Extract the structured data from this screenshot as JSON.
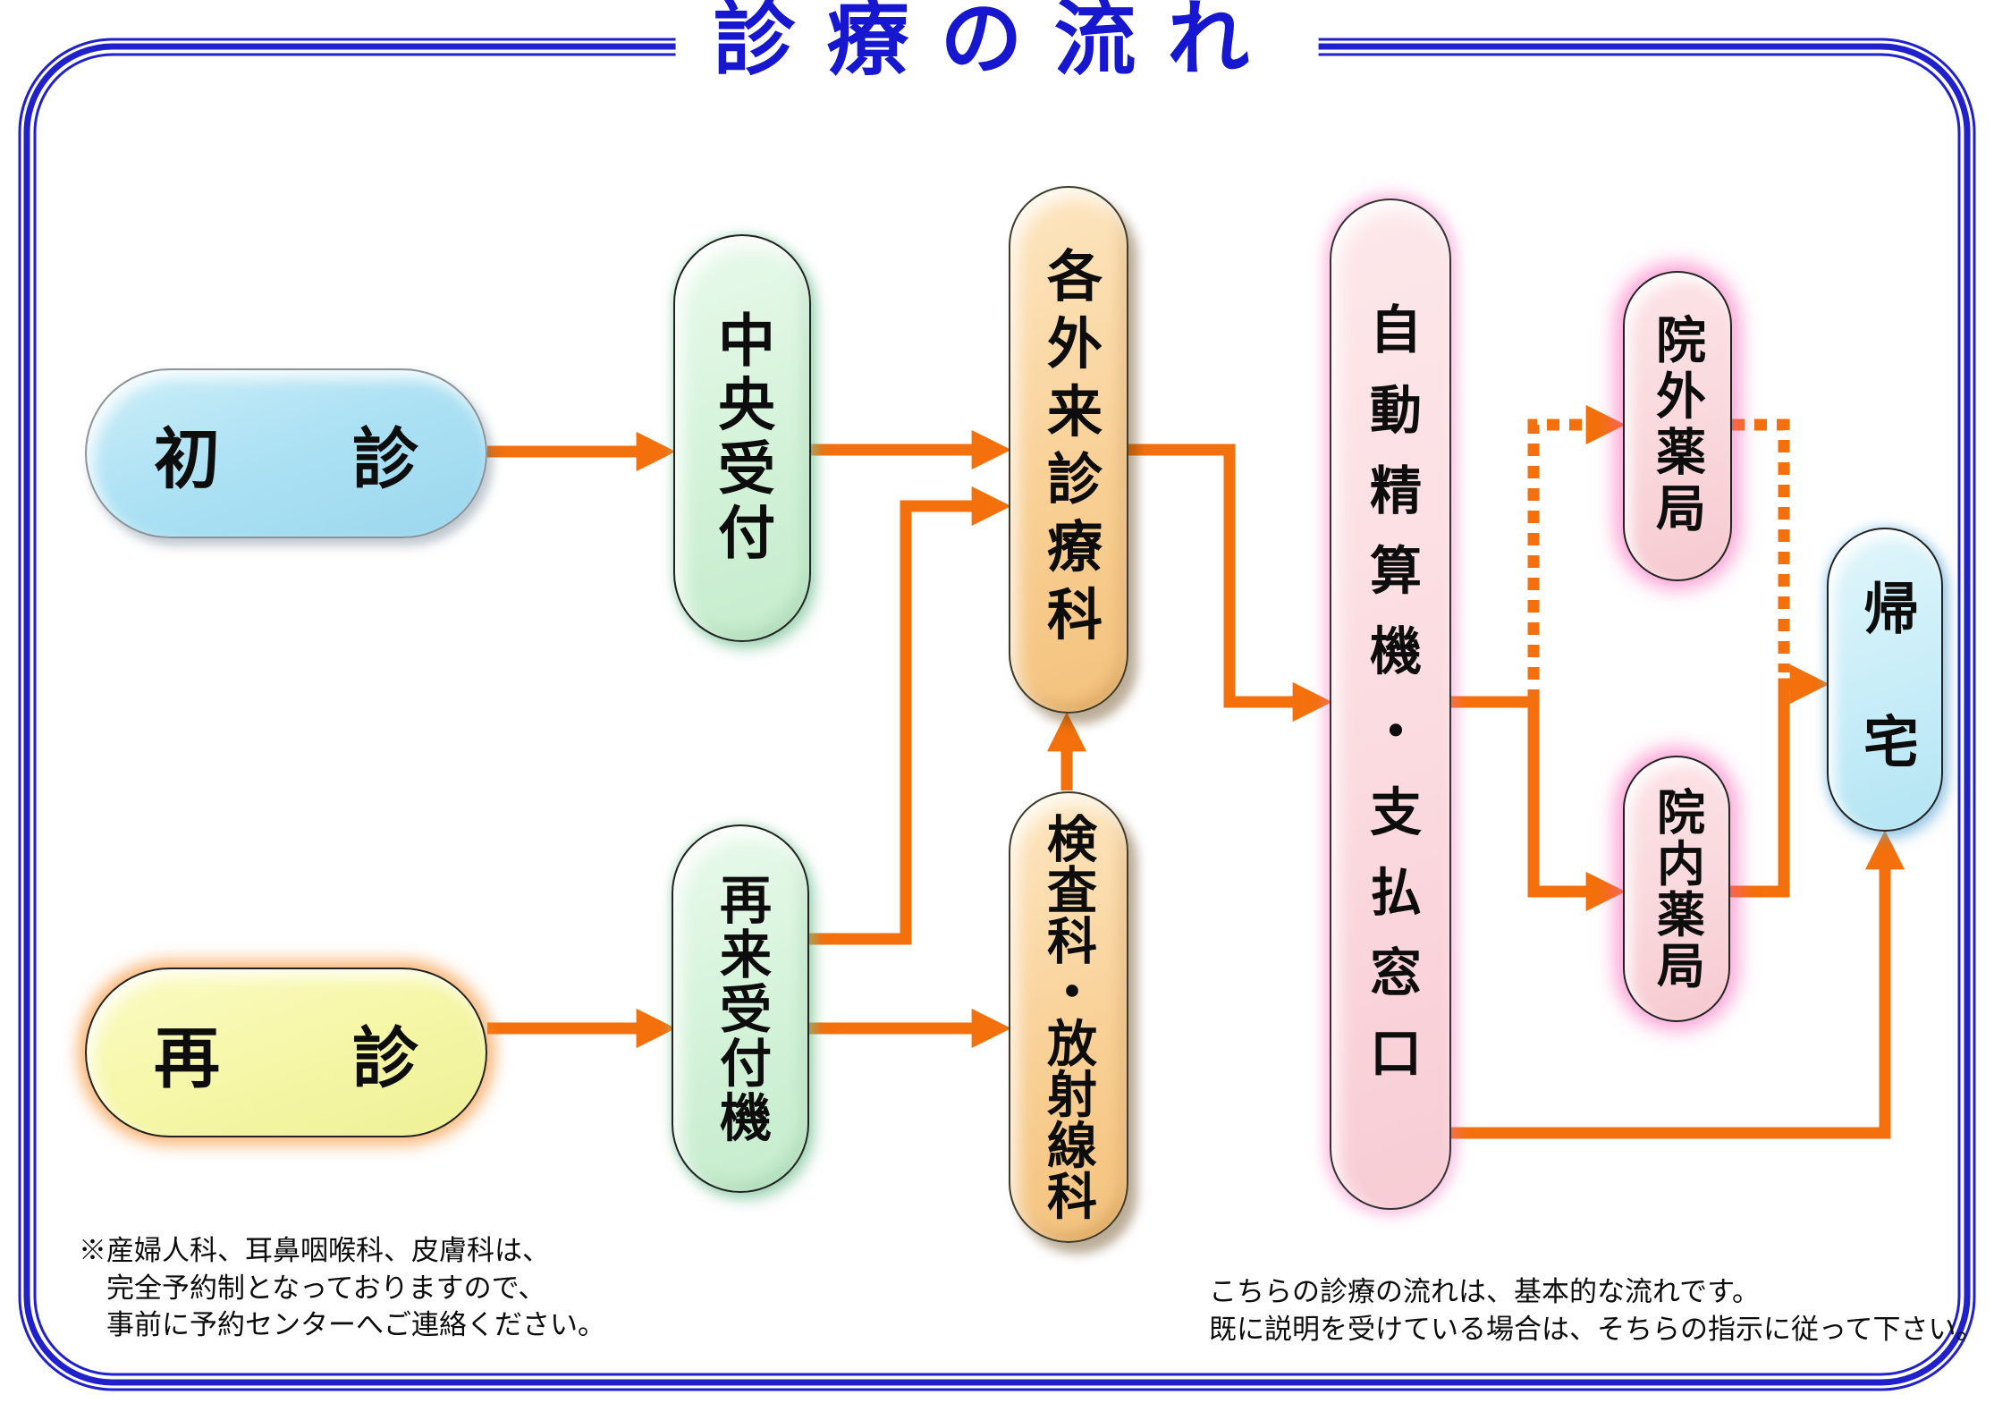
{
  "title": "診療の流れ",
  "nodes": {
    "first_visit": "初　　診",
    "return_visit": "再　　診",
    "central_reception": "中央受付",
    "return_reception_machine": "再来受付機",
    "outpatient_departments": "各外来診療科",
    "lab_radiology": "検査科・放射線科",
    "auto_payment": "自動精算機・支払窓口",
    "outside_pharmacy": "院外薬局",
    "inside_pharmacy": "院内薬局",
    "go_home": "帰　宅"
  },
  "notes": {
    "reservation_line1": "※産婦人科、耳鼻咽喉科、皮膚科は、",
    "reservation_line2": "　完全予約制となっておりますので、",
    "reservation_line3": "　事前に予約センターへご連絡ください。",
    "flow_line1": "こちらの診療の流れは、基本的な流れです。",
    "flow_line2": "既に説明を受けている場合は、そちらの指示に従って下さい。"
  },
  "colors": {
    "title_blue": "#1717cf",
    "border_blue": "#2121cc",
    "arrow_orange": "#f3700c",
    "first_visit_fill": "#aee2f4",
    "return_visit_fill": "#f6f7a8",
    "reception_fill": "#d5f3da",
    "department_fill": "#f9d096",
    "payment_fill": "#fbdbe0",
    "pharmacy_fill": "#f9d8dc",
    "go_home_fill": "#c7edf8"
  }
}
